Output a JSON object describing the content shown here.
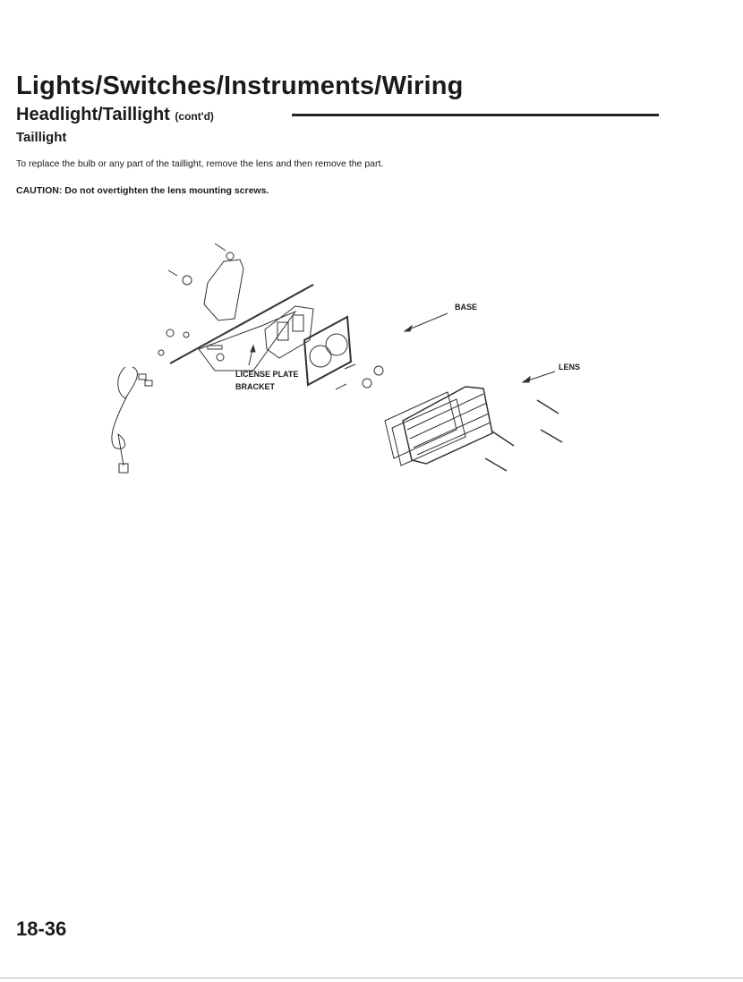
{
  "header": {
    "title": "Lights/Switches/Instruments/Wiring",
    "section": "Headlight/Taillight",
    "section_suffix": "(cont'd)",
    "subsection": "Taillight"
  },
  "body": {
    "instruction": "To replace the bulb or any part of the taillight, remove the lens and then remove the part.",
    "caution": "CAUTION:  Do not overtighten the lens mounting screws."
  },
  "diagram": {
    "labels": {
      "base": "BASE",
      "lens": "LENS",
      "bracket_line1": "LICENSE PLATE",
      "bracket_line2": "BRACKET"
    }
  },
  "footer": {
    "page_number": "18-36"
  }
}
